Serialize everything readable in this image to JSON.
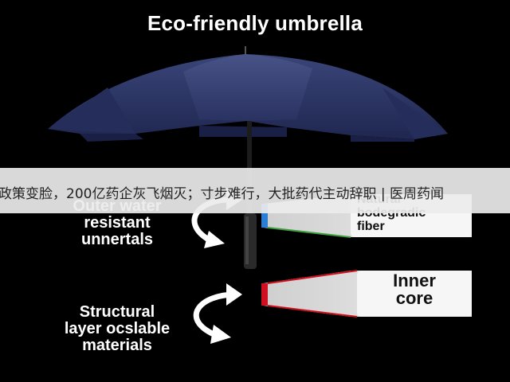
{
  "title": "Eco-friendly umbrella",
  "labels": {
    "outer": "Outer water\nresistant\nunnertals",
    "structural": "Structural\nlayer ocslable\nmaterials",
    "fiber": "Natural\nbodegradic\nfiber",
    "inner": "Inner\ncore"
  },
  "banner": {
    "text": "政策变脸，200亿药企灰飞烟灭；寸步难行，大批药代主动辞职 | 医周药闻"
  },
  "colors": {
    "background": "#000000",
    "canopy": "#2b3566",
    "blue_accent": "#2a7fd4",
    "red_accent": "#d01020",
    "green_accent": "#3fa040"
  }
}
